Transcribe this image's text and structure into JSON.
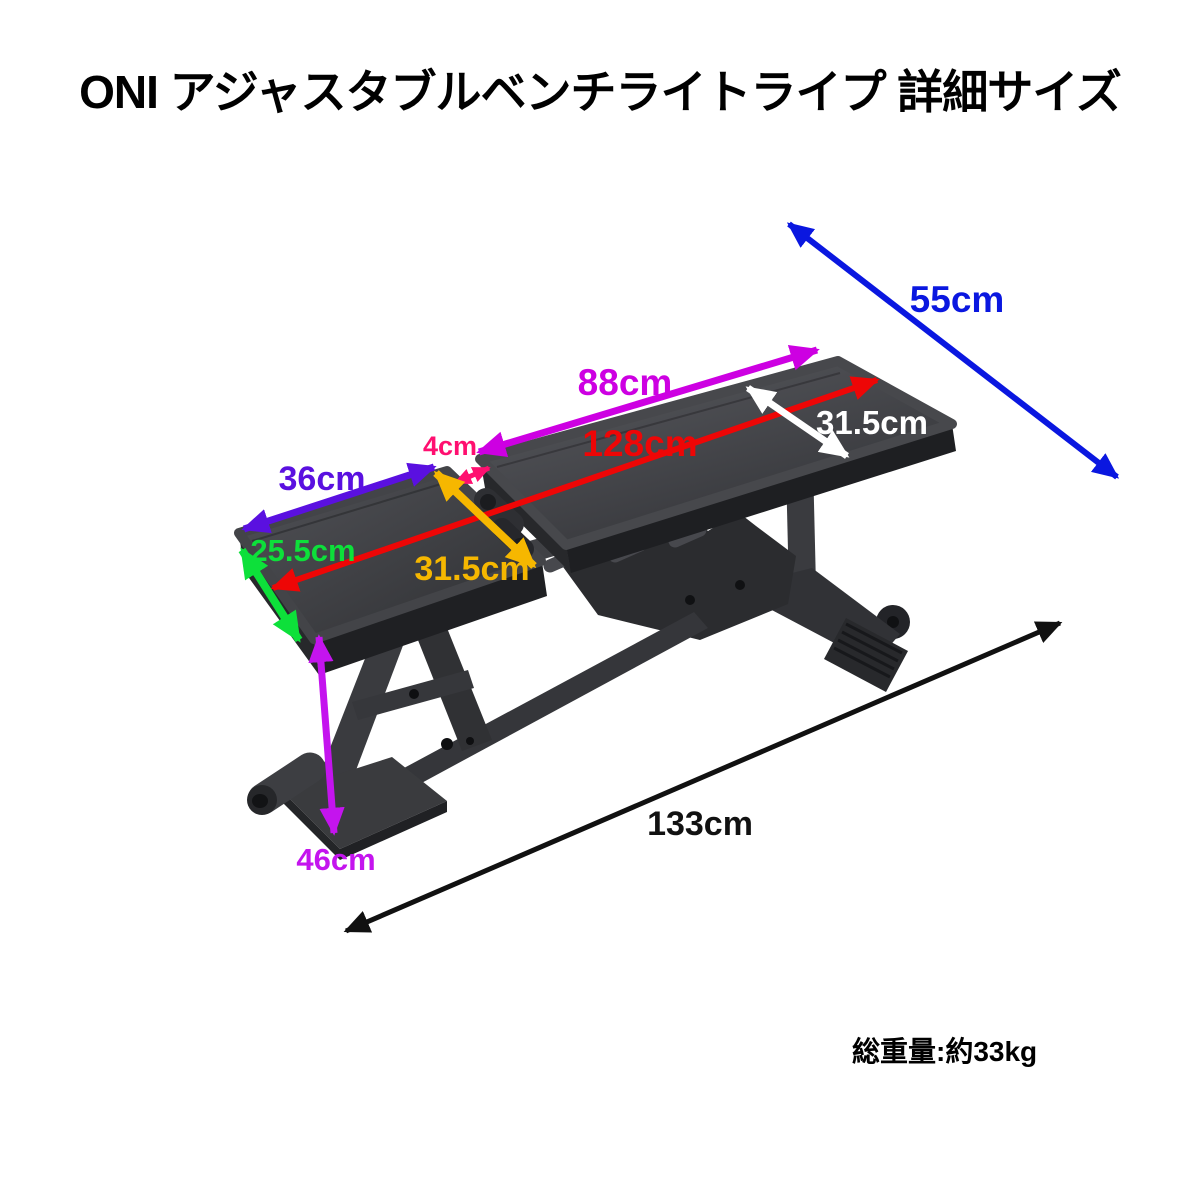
{
  "title": "ONI アジャスタブルベンチライトライプ 詳細サイズ",
  "weight_note": "総重量:約33kg",
  "annotations": [
    {
      "name": "back-pad-width",
      "label": "55cm",
      "color": "#0a17e0"
    },
    {
      "name": "back-pad-length",
      "label": "88cm",
      "color": "#cd00e2"
    },
    {
      "name": "total-pad-length",
      "label": "128cm",
      "color": "#ee0606"
    },
    {
      "name": "back-pad-surface-width",
      "label": "31.5cm",
      "color": "#ffffff"
    },
    {
      "name": "pad-gap",
      "label": "4cm",
      "color": "#ff0f70"
    },
    {
      "name": "seat-pad-length",
      "label": "36cm",
      "color": "#5a10e0"
    },
    {
      "name": "seat-pad-front-edge",
      "label": "25.5cm",
      "color": "#0de03a"
    },
    {
      "name": "seat-pad-surface-width",
      "label": "31.5cm",
      "color": "#f6b700"
    },
    {
      "name": "seat-height",
      "label": "46cm",
      "color": "#c414ee"
    },
    {
      "name": "base-footprint-length",
      "label": "133cm",
      "color": "#111111"
    }
  ]
}
